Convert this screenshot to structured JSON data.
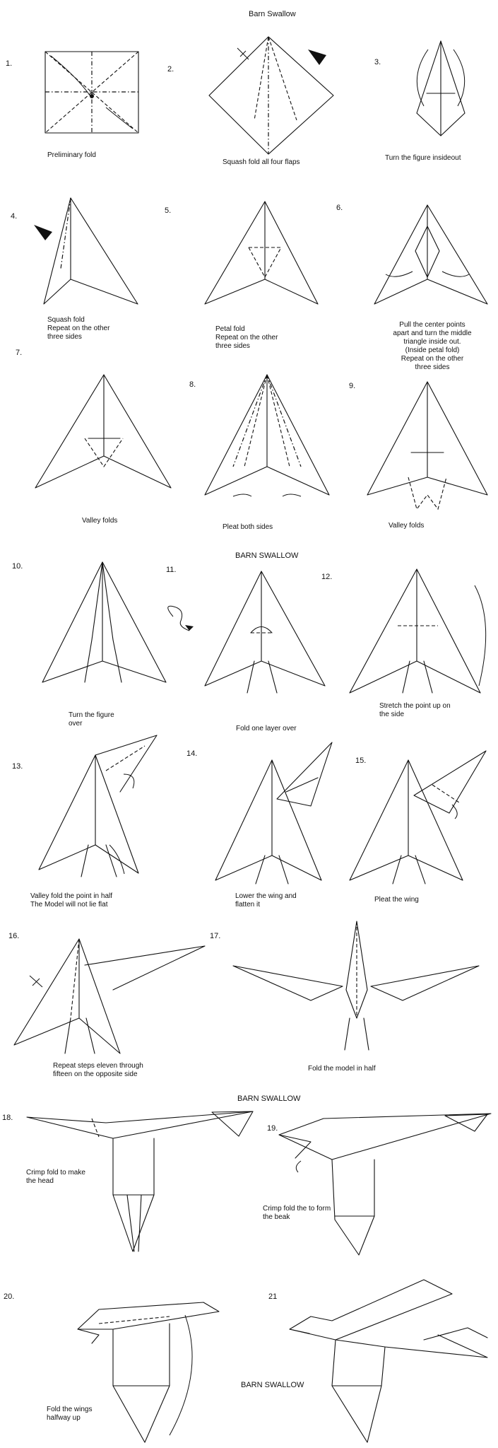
{
  "titles": {
    "t1": "Barn Swallow",
    "t2": "BARN SWALLOW",
    "t3": "BARN SWALLOW",
    "t4": "BARN SWALLOW"
  },
  "steps": [
    {
      "num": "1.",
      "caption": "Preliminary fold"
    },
    {
      "num": "2.",
      "caption": "Squash fold all four flaps"
    },
    {
      "num": "3.",
      "caption": "Turn the figure insideout"
    },
    {
      "num": "4.",
      "caption": "Squash fold\nRepeat on the other\nthree sides"
    },
    {
      "num": "5.",
      "caption": "Petal fold\nRepeat on the other\nthree sides"
    },
    {
      "num": "6.",
      "caption": "Pull the center points\napart and turn the middle\ntriangle inside out.\n(Inside petal fold)\nRepeat on the other\nthree sides"
    },
    {
      "num": "7.",
      "caption": "Valley folds"
    },
    {
      "num": "8.",
      "caption": "Pleat both sides"
    },
    {
      "num": "9.",
      "caption": "Valley folds"
    },
    {
      "num": "10.",
      "caption": "Turn the figure\nover"
    },
    {
      "num": "11.",
      "caption": "Fold one layer over"
    },
    {
      "num": "12.",
      "caption": "Stretch the point up on\nthe side"
    },
    {
      "num": "13.",
      "caption": "Valley fold the point in half\nThe Model will not lie flat"
    },
    {
      "num": "14.",
      "caption": "Lower the wing and\nflatten it"
    },
    {
      "num": "15.",
      "caption": "Pleat the wing"
    },
    {
      "num": "16.",
      "caption": "Repeat steps eleven through\nfifteen on the opposite side"
    },
    {
      "num": "17.",
      "caption": "Fold the model in half"
    },
    {
      "num": "18.",
      "caption": "Crimp fold to make\nthe head"
    },
    {
      "num": "19.",
      "caption": "Crimp fold the to form\nthe beak"
    },
    {
      "num": "20.",
      "caption": "Fold the wings\nhalfway up"
    },
    {
      "num": "21",
      "caption": ""
    }
  ]
}
